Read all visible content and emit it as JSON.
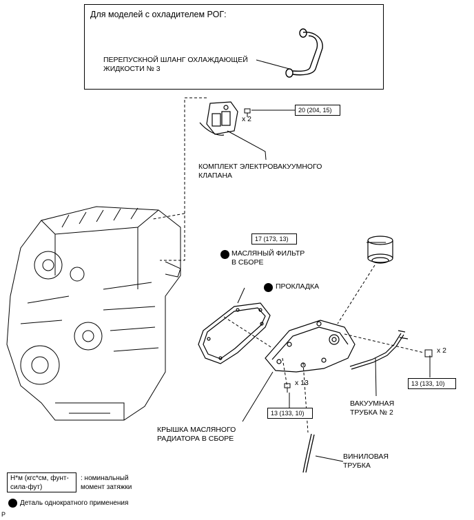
{
  "inset": {
    "title": "Для моделей с охладителем РОГ:",
    "hose_label": "ПЕРЕПУСКНОЙ ШЛАНГ ОХЛАЖДАЮЩЕЙ\nЖИДКОСТИ № 3"
  },
  "labels": {
    "vsv_kit": "КОМПЛЕКТ ЭЛЕКТРОВАКУУМНОГО\nКЛАПАНА",
    "oil_filter": "МАСЛЯНЫЙ ФИЛЬТР\nВ СБОРЕ",
    "gasket": "ПРОКЛАДКА",
    "vacuum_tube": "ВАКУУМНАЯ\nТРУБКА № 2",
    "cooler_cover": "КРЫШКА МАСЛЯНОГО\nРАДИАТОРА В СБОРЕ",
    "vinyl_tube": "ВИНИЛОВАЯ\nТРУБКА"
  },
  "torques": {
    "vsv_bolt": "20 (204, 15)",
    "oil_filter": "17 (173, 13)",
    "tube_bolt": "13 (133, 10)",
    "cover_bolt": "13 (133, 10)"
  },
  "quantities": {
    "vsv_bolt": "x 2",
    "tube_bolt": "x 2",
    "cover_bolt": "x 13"
  },
  "legend": {
    "unit_box": "Н*м (кгс*см, фунт-\nсила-фут)",
    "unit_desc": ": номинальный\nмомент затяжки",
    "nonreusable": "Деталь однократного применения"
  },
  "footer": {
    "code": "P"
  }
}
